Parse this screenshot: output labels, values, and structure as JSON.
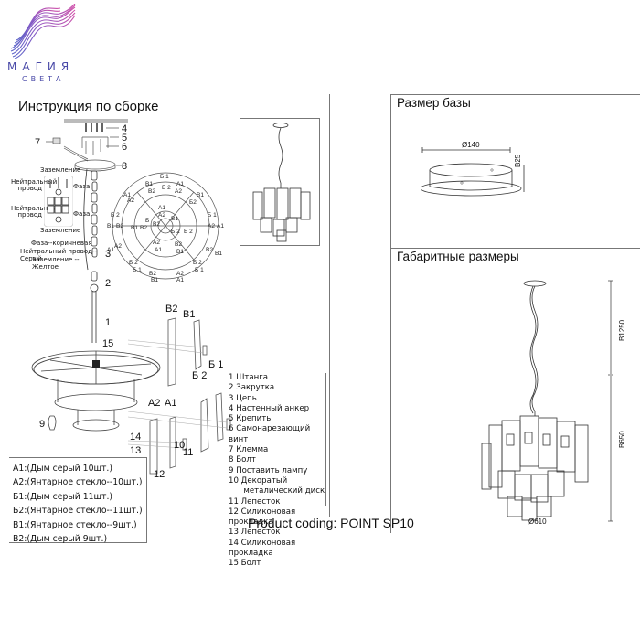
{
  "brand": {
    "name_line1": "МАГИЯ",
    "name_line2": "СВЕТА",
    "colors": {
      "primary": "#4a4aa8",
      "accent": "#b04fb5"
    }
  },
  "assembly": {
    "title": "Инструкция по сборке",
    "wiring": {
      "ground_top": "Заземление",
      "neutral_1": "Нейтральный провод",
      "phase_1": "Фаза",
      "neutral_2": "Нейтральный провод",
      "phase_2": "Фаза",
      "ground_bottom": "Заземление",
      "phase_color": "Фаза--коричневая",
      "neutral_color": "Нейтральный провод--Серый",
      "ground_color": "Заземление --Желтое"
    },
    "callouts": [
      "1",
      "2",
      "3",
      "4",
      "5",
      "6",
      "7",
      "8",
      "9",
      "10",
      "11",
      "12",
      "13",
      "14",
      "15"
    ],
    "glass_labels": {
      "b2": "В2",
      "b1": "В1",
      "be2": "Б 2",
      "be1": "Б 1",
      "a2": "А2",
      "a1": "А1"
    },
    "ring_labels": [
      "Б 1",
      "Б 2",
      "В1",
      "В2",
      "А1",
      "А2"
    ],
    "parts": [
      "1  Штанга",
      "2  Закрутка",
      "3  Цепь",
      "4  Настенный анкер",
      "5  Крепить",
      "6  Самонарезающий винт",
      "7  Клемма",
      "8  Болт",
      "9 Поставить лампу",
      "10  Декоратый",
      "      металический диск",
      "11 Лепесток",
      "12 Силиконовая прокладка",
      "13 Лепесток",
      "14 Силиконовая прокладка",
      "15 Болт"
    ],
    "glass_inventory": [
      "А1:(Дым серый 10шт.)",
      "А2:(Янтарное стекло--10шт.)",
      "Б1:(Дым серый 11шт.)",
      "Б2:(Янтарное стекло--11шт.)",
      "В1:(Янтарное стекло--9шт.)",
      "В2:(Дым серый 9шт.)"
    ]
  },
  "base_size": {
    "title": "Размер базы",
    "diameter": "Ø140",
    "height": "В25"
  },
  "overall_size": {
    "title": "Габаритные размеры",
    "total_height": "В1250",
    "body_height": "В650",
    "diameter": "Ø610"
  },
  "product_coding": "Product coding: POINT SP10"
}
